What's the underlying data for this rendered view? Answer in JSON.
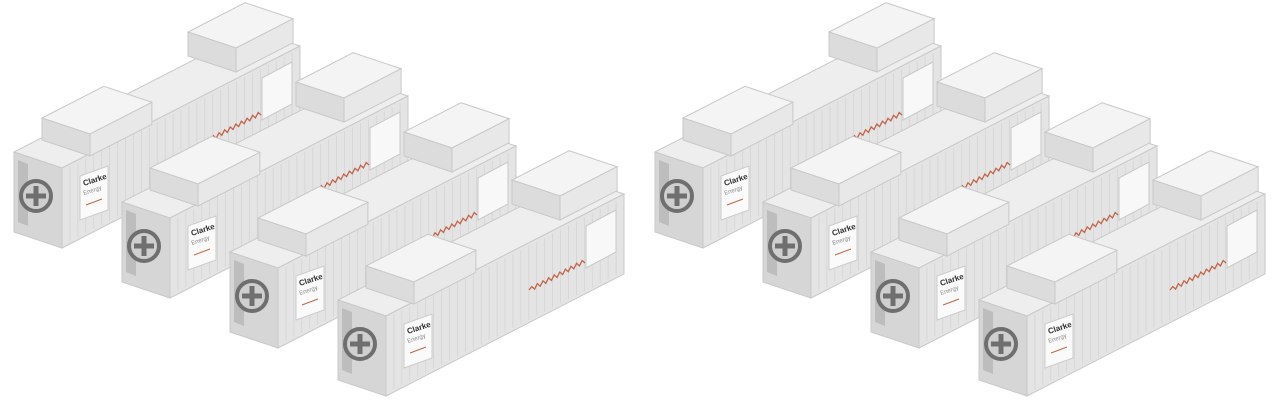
{
  "illustration": {
    "groups": 2,
    "containers_per_group": 4,
    "logo": {
      "line1": "Clarke",
      "line2": "Energy"
    },
    "colors": {
      "top": "#eeeeee",
      "side": "#e4e4e4",
      "end": "#d6d6d6",
      "outline": "#c9c9c9",
      "fan": "#6f6f6f",
      "cable": "#c0654a"
    }
  }
}
